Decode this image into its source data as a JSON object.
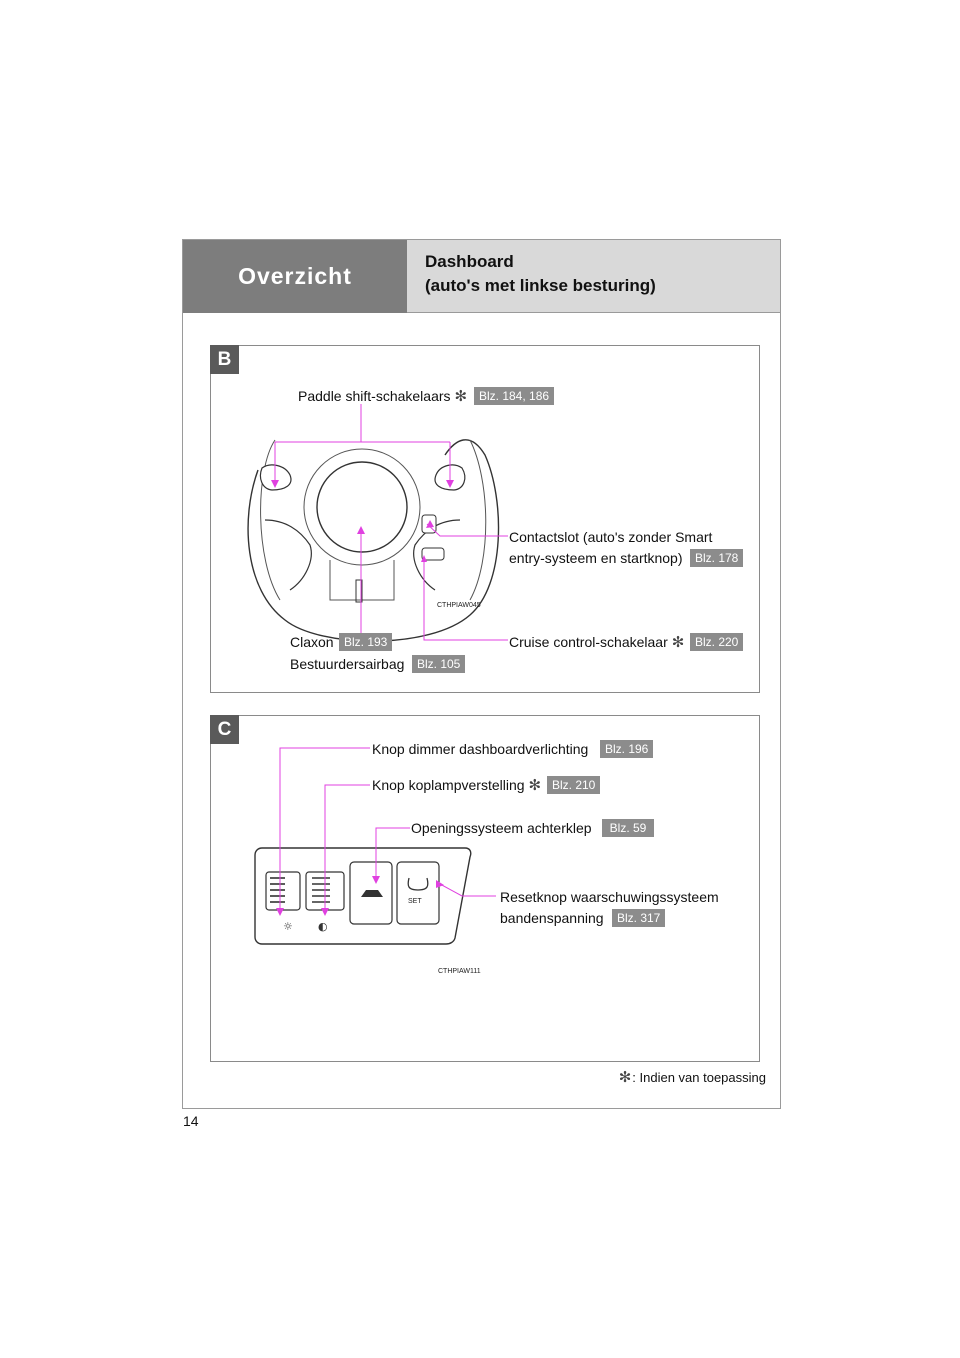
{
  "header": {
    "section_title": "Overzicht",
    "subtitle_line1": "Dashboard",
    "subtitle_line2": "(auto's met linkse besturing)"
  },
  "section_b": {
    "label": "B",
    "paddle_label": "Paddle shift-schakelaars",
    "paddle_ref": "Blz. 184, 186",
    "contact_line1": "Contactslot (auto's zonder Smart",
    "contact_line2": "entry-systeem en startknop)",
    "contact_ref": "Blz. 178",
    "cruise_label": "Cruise control-schakelaar",
    "cruise_ref": "Blz. 220",
    "claxon_label": "Claxon",
    "claxon_ref": "Blz. 193",
    "airbag_label": "Bestuurdersairbag",
    "airbag_ref": "Blz. 105",
    "image_code": "CTHPIAW045"
  },
  "section_c": {
    "label": "C",
    "dimmer_label": "Knop dimmer dashboardverlichting",
    "dimmer_ref": "Blz. 196",
    "koplamp_label": "Knop koplampverstelling",
    "koplamp_ref": "Blz. 210",
    "achterklep_label": "Openingssysteem achterklep",
    "achterklep_ref": "Blz. 59",
    "reset_line1": "Resetknop waarschuwingssysteem",
    "reset_line2": "bandenspanning",
    "reset_ref": "Blz. 317",
    "set_text": "SET",
    "image_code": "CTHPIAW111"
  },
  "footnote": ": Indien van toepassing",
  "star_symbol": "✻",
  "page_number": "14",
  "colors": {
    "header_dark": "#7d7d7d",
    "header_light": "#d9d9d9",
    "ref_badge": "#8c8c8c",
    "callout_line": "#e040e0"
  }
}
